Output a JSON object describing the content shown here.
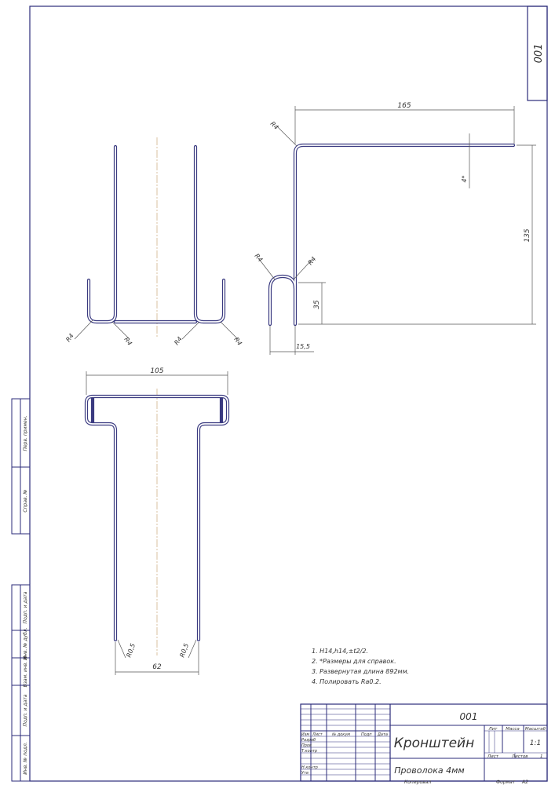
{
  "drawing": {
    "designation": "001",
    "title": "Кронштейн",
    "material": "Проволока 4мм",
    "scale": "1:1",
    "sheets_label": "Листов",
    "sheets_value": "1",
    "sheet_label": "Лист",
    "lit_label": "Лит",
    "mass_label": "Масса",
    "scale_label": "Масштаб",
    "copied_label": "Копировал",
    "format_label": "Формат",
    "format_value": "A2"
  },
  "title_block": {
    "headers": [
      "Изм",
      "Лист",
      "№ докум",
      "Подп",
      "Дата"
    ],
    "roles": [
      "Разраб",
      "Пров",
      "Т.контр",
      "Н.контр",
      "Утв"
    ]
  },
  "side_strip": {
    "top": [
      "Перв. примен.",
      "Справ. №"
    ],
    "bottom": [
      "Подп. и дата",
      "Инв. № дубл.",
      "Взам. инв. №",
      "Подп. и дата",
      "Инв. № подл."
    ]
  },
  "notes": [
    "1. H14,h14,±t2/2.",
    "2. *Размеры для справок.",
    "3. Развернутая длина 892мм.",
    "4. Полировать Ra0.2."
  ],
  "dimensions": {
    "front": [
      "R4",
      "R4",
      "R4",
      "R4"
    ],
    "side": {
      "width": "165",
      "height": "135",
      "hook_height": "35",
      "hook_width": "15,5",
      "thickness": "4*",
      "r_top": "R4",
      "r_hook1": "R4",
      "r_hook2": "R4"
    },
    "top": {
      "width": "105",
      "inner": "62",
      "r1": "R0,5",
      "r2": "R0,5"
    }
  }
}
